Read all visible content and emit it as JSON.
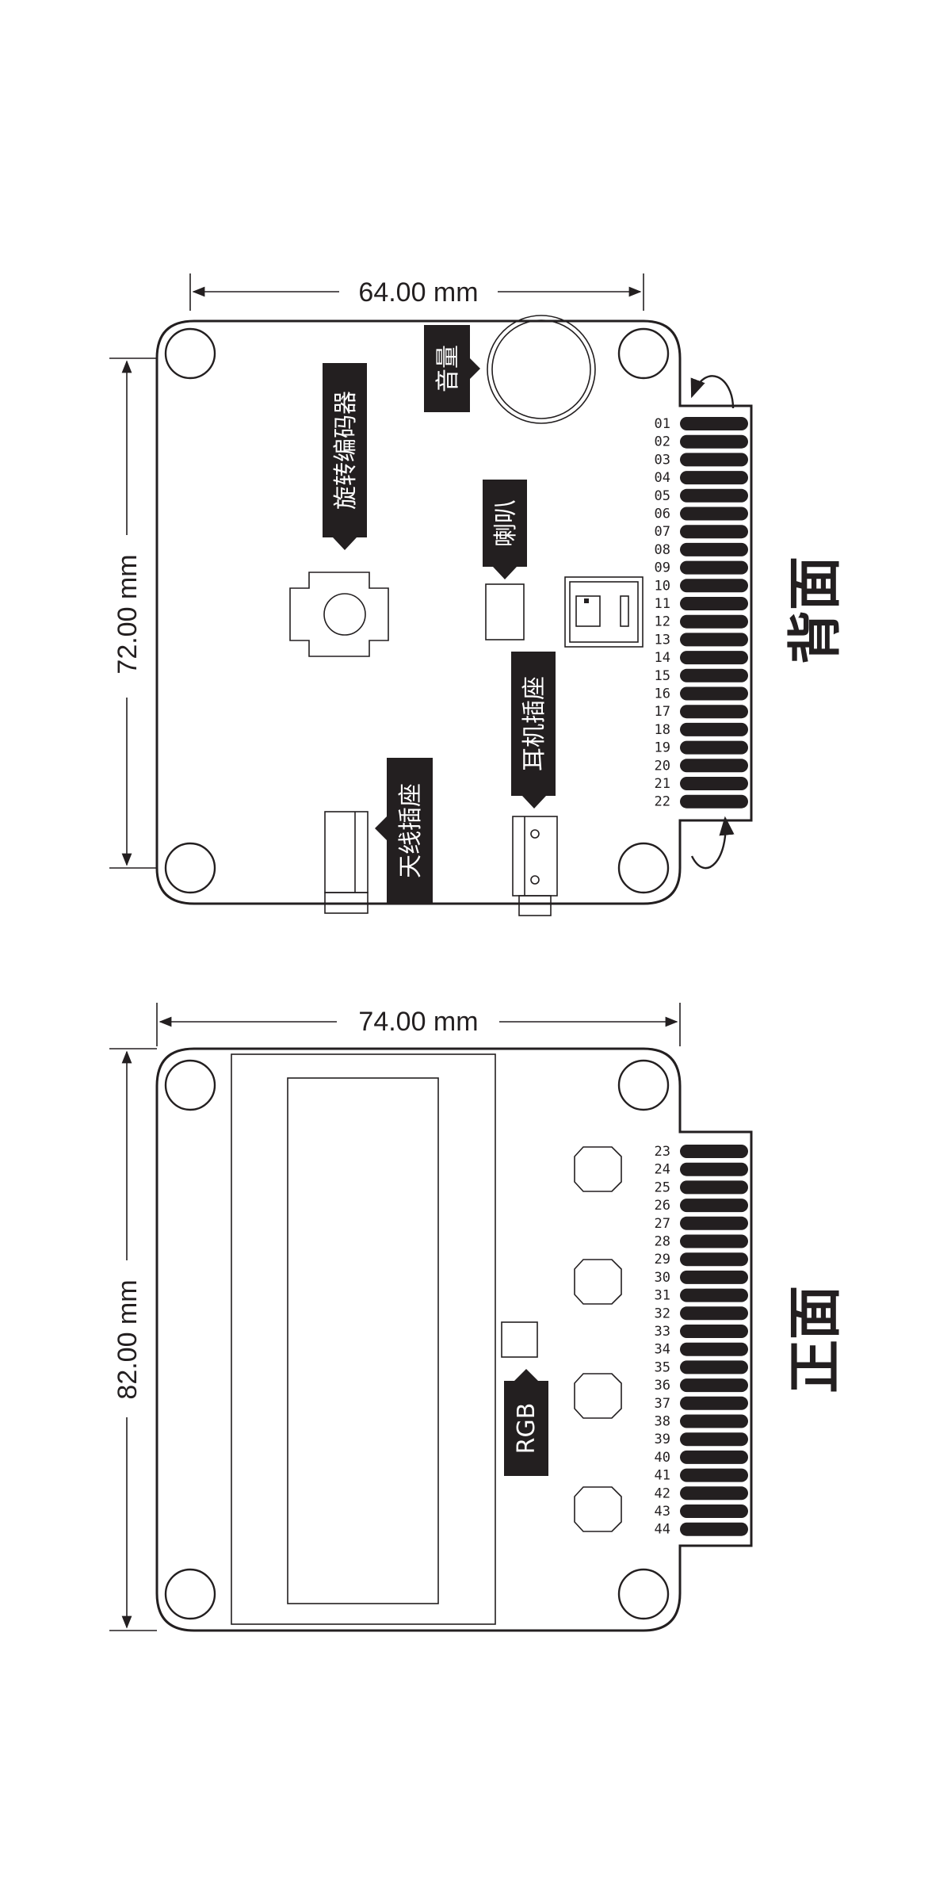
{
  "back_view": {
    "title": "背面",
    "width_dim": "64.00 mm",
    "height_dim": "72.00 mm",
    "labels": {
      "volume": "音量",
      "rotary_encoder": "旋转编码器",
      "speaker": "喇叭",
      "headphone_jack": "耳机插座",
      "antenna_socket": "天线插座"
    },
    "pins": [
      "01",
      "02",
      "03",
      "04",
      "05",
      "06",
      "07",
      "08",
      "09",
      "10",
      "11",
      "12",
      "13",
      "14",
      "15",
      "16",
      "17",
      "18",
      "19",
      "20",
      "21",
      "22"
    ]
  },
  "front_view": {
    "title": "正面",
    "width_dim": "74.00 mm",
    "height_dim": "82.00 mm",
    "labels": {
      "rgb": "RGB"
    },
    "pins": [
      "23",
      "24",
      "25",
      "26",
      "27",
      "28",
      "29",
      "30",
      "31",
      "32",
      "33",
      "34",
      "35",
      "36",
      "37",
      "38",
      "39",
      "40",
      "41",
      "42",
      "43",
      "44"
    ]
  }
}
